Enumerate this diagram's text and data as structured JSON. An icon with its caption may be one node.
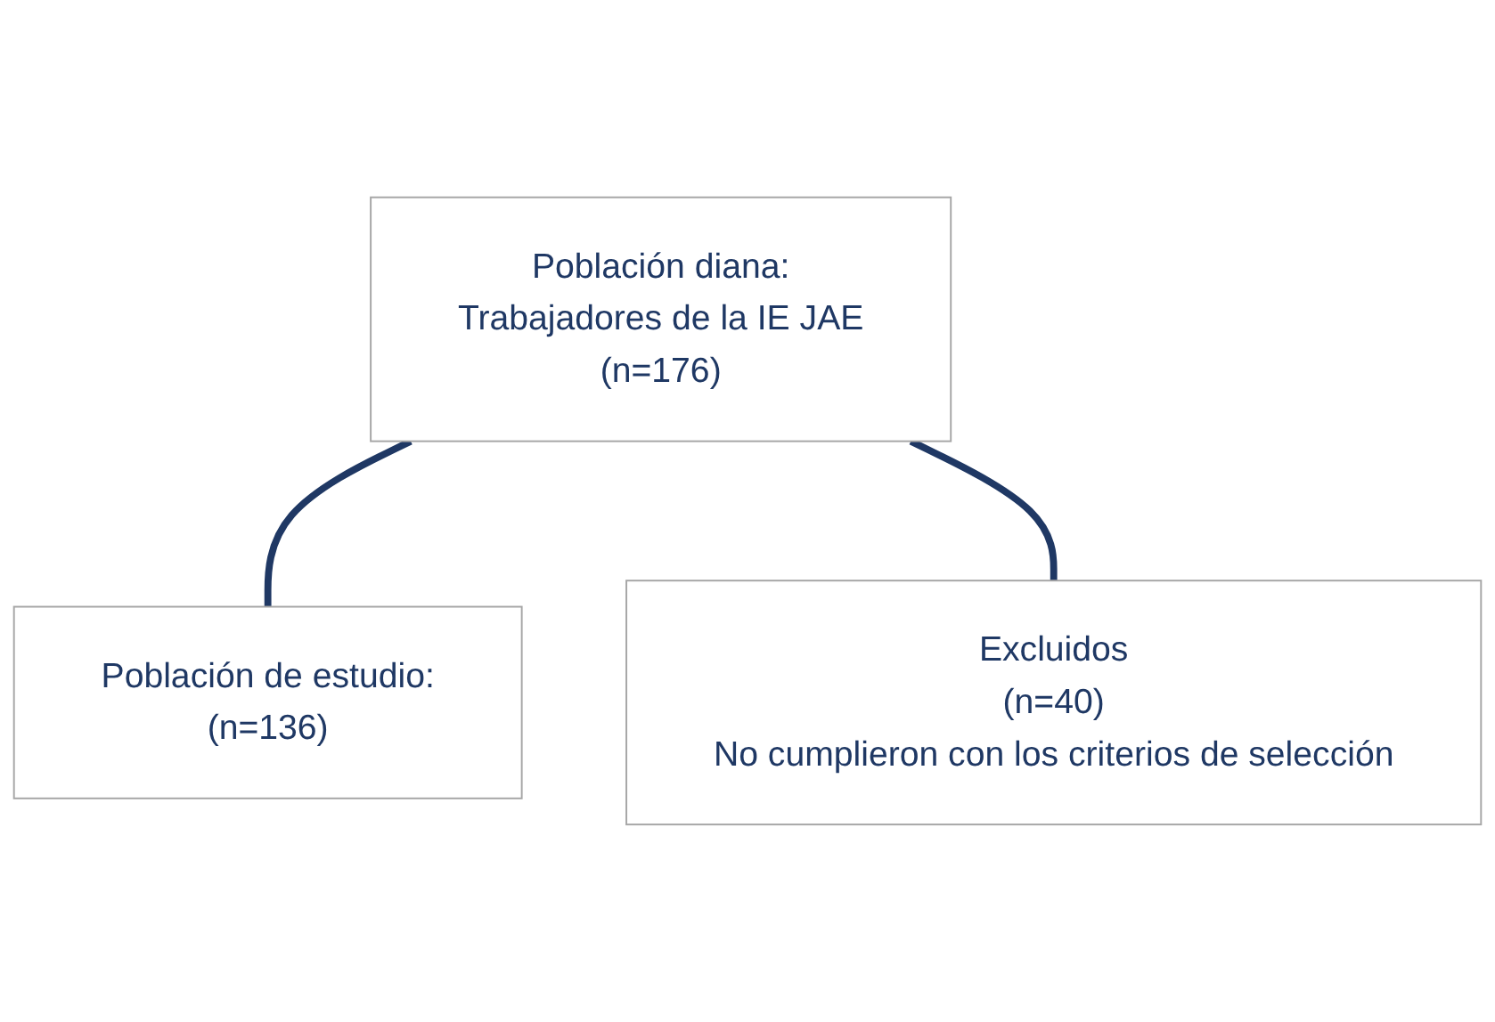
{
  "diagram": {
    "nodes": [
      {
        "text": [
          "Población diana:",
          "Trabajadores de la IE JAE",
          "(n=176)"
        ]
      },
      {
        "text": [
          "Excluidos",
          "(n=40)",
          "No cumplieron con los criterios de selección"
        ]
      },
      {
        "text": [
          "Población de estudio:",
          "(n=136)"
        ]
      }
    ],
    "edges": [
      {
        "from": 0,
        "to": 2,
        "arrow": "none"
      },
      {
        "from": 0,
        "to": 1,
        "arrow": "none"
      }
    ]
  }
}
